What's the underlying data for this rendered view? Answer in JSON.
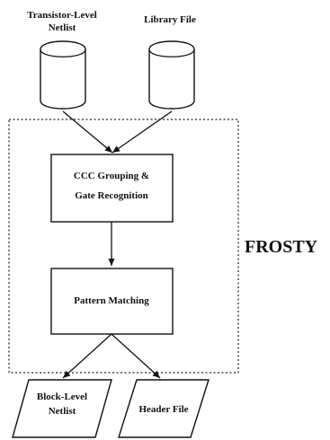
{
  "inputs": {
    "netlist": {
      "lines": [
        "Transistor-Level",
        "Netlist"
      ]
    },
    "library": {
      "lines": [
        "Library File"
      ]
    }
  },
  "process": {
    "grouping": {
      "lines": [
        "CCC Grouping &",
        "Gate Recognition"
      ]
    },
    "matching": {
      "lines": [
        "Pattern Matching"
      ]
    }
  },
  "frame_label": "FROSTY",
  "outputs": {
    "block_netlist": {
      "lines": [
        "Block-Level",
        "Netlist"
      ]
    },
    "header": {
      "lines": [
        "Header File"
      ]
    }
  },
  "colors": {
    "ink": "#111111",
    "background": "#ffffff"
  }
}
